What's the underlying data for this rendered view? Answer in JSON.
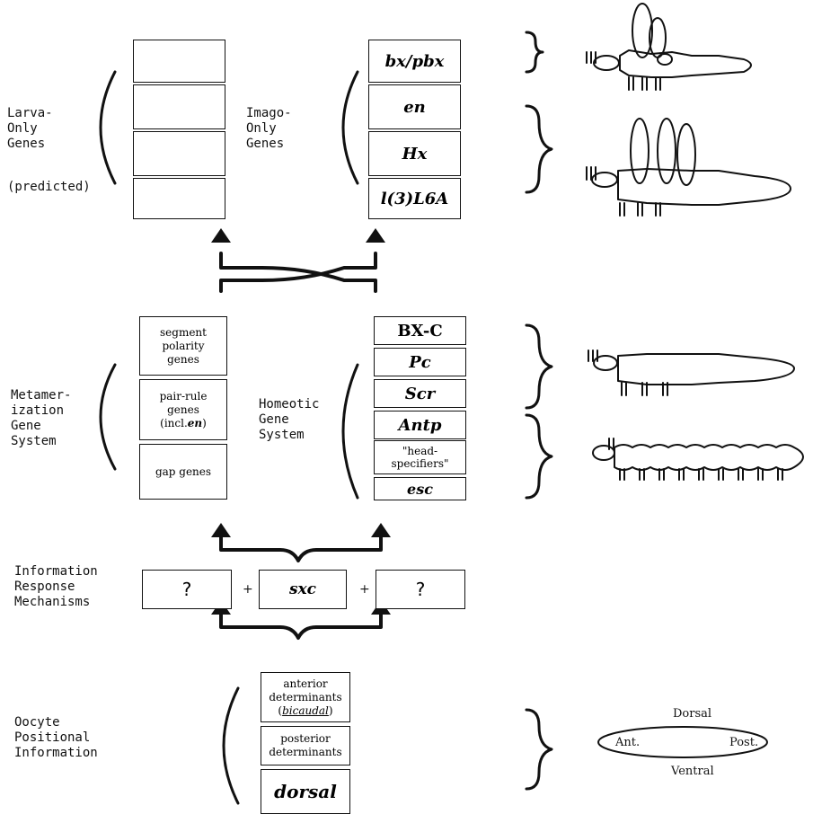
{
  "left_labels": {
    "larva_only": "Larva-\nOnly\nGenes",
    "predicted": "(predicted)",
    "imago_only": "Imago-\nOnly\nGenes",
    "metamerization": "Metamer-\nization\nGene\nSystem",
    "homeotic": "Homeotic\nGene\nSystem",
    "information": "Information\nResponse\nMechanisms",
    "oocyte": "Oocyte\nPositional\nInformation"
  },
  "imago_genes": [
    "bx/pbx",
    "en",
    "Hx",
    "l(3)L6A"
  ],
  "metamerization_genes": {
    "segment_polarity": "segment\npolarity\ngenes",
    "pair_rule": "pair-rule\ngenes",
    "pair_rule_incl_prefix": "(incl.",
    "pair_rule_incl_gene": "en",
    "pair_rule_incl_suffix": ")",
    "gap": "gap genes"
  },
  "homeotic_genes": {
    "bxc": "BX-C",
    "pc": "Pc",
    "scr": "Scr",
    "antp": "Antp",
    "head": "\"head-\nspecifiers\"",
    "esc": "esc"
  },
  "response": {
    "left": "?",
    "plus": "+",
    "middle": "sxc",
    "right": "?"
  },
  "oocyte_boxes": {
    "anterior": "anterior\ndeterminants",
    "anterior_gene": "bicaudal",
    "posterior": "posterior\ndeterminants",
    "dorsal": "dorsal"
  },
  "axis": {
    "dorsal": "Dorsal",
    "ventral": "Ventral",
    "anterior": "Ant.",
    "posterior": "Post."
  },
  "colors": {
    "ink": "#111111",
    "background": "#ffffff"
  }
}
